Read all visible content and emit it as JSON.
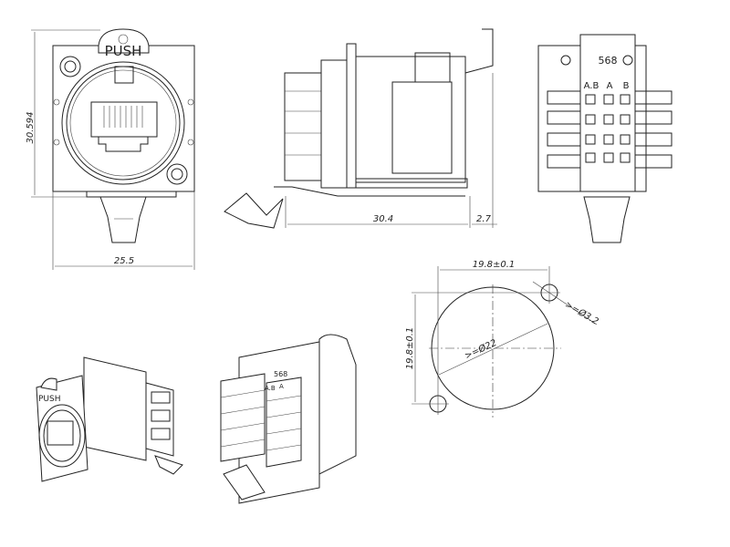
{
  "front_view": {
    "push_label": "PUSH",
    "height_dim": "30.594",
    "width_dim": "25.5"
  },
  "side_view": {
    "length_dim": "30.4",
    "offset_dim": "2.7"
  },
  "rear_view": {
    "wiring_label": "568",
    "col_ab": "A.B",
    "col_a": "A",
    "col_b": "B"
  },
  "panel_cutout": {
    "hole_spacing_h": "19.8±0.1",
    "hole_spacing_v": "19.8±0.1",
    "mount_hole_dia": ">=Ø3.2",
    "main_hole_dia": ">=Ø22"
  },
  "iso_front": {
    "push_label": "PUSH"
  },
  "iso_rear": {
    "wiring_label": "568",
    "col_ab": "A.B",
    "col_a": "A"
  }
}
